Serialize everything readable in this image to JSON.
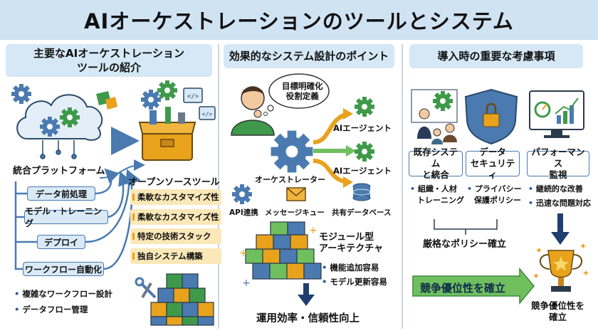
{
  "title": "AIオーケストレーションのツールとシステム",
  "columns": {
    "left": {
      "header": "主要なAIオーケストレーション\nツールの紹介",
      "header_line1": "主要なAIオーケストレーション",
      "header_line2": "ツールの紹介",
      "platform_label": "統合プラットフォーム",
      "opensource_label": "オープンソースツール",
      "steps": [
        "データ前処理",
        "モデル・トレーニング",
        "デプロイ",
        "ワークフロー自動化"
      ],
      "features": [
        "柔軟なカスタマイズ性",
        "柔軟なカスタマイズ性",
        "特定の技術スタック",
        "独自システム構築"
      ],
      "bullets": [
        "複雑なワークフロー設計",
        "データフロー管理"
      ]
    },
    "middle": {
      "header": "効果的なシステム設計のポイント",
      "thought": [
        "目標明確化",
        "役割定義"
      ],
      "orchestrator_label": "オーケストレーター",
      "agent_labels": [
        "AIエージェント",
        "AIエージェント"
      ],
      "components": [
        "API連携",
        "メッセージキュー",
        "共有データベース"
      ],
      "modular_title": [
        "モジュール型",
        "アーキテクチャ"
      ],
      "modular_bullets": [
        "機能追加容易",
        "モデル更新容易"
      ],
      "result": "運用効率・信頼性向上"
    },
    "right": {
      "header": "導入時の重要な考慮事項",
      "cards": [
        {
          "title": [
            "既存システム",
            "と統合"
          ],
          "bullets": [
            "組織・人材",
            "トレーニング"
          ]
        },
        {
          "title": [
            "データ",
            "セキュリティ"
          ],
          "bullets": [
            "プライバシー",
            "保護ポリシー"
          ]
        },
        {
          "title": [
            "パフォーマンス",
            "監視"
          ],
          "bullets": [
            "継続的な改善",
            "迅速な問題対応"
          ]
        }
      ],
      "policy": "厳格なポリシー確立",
      "arrow_label": "競争優位性を確立",
      "trophy_label": [
        "競争優位性を",
        "確立"
      ]
    }
  },
  "colors": {
    "title_bg": "#cfe3f3",
    "header_bg": "#d6e8f5",
    "gear": "#4a7ab0",
    "green": "#3e9a4a",
    "orange": "#e8a21c",
    "feature_bg": "#fbe8b8",
    "arrow_navy": "#1f3f6e",
    "arrow_green": "#6fbf5f"
  }
}
